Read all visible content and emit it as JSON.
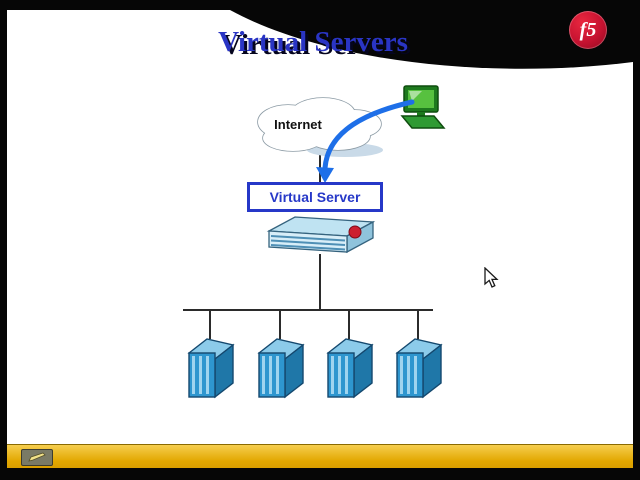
{
  "slide": {
    "title": "Virtual Servers",
    "logo_text": "f5"
  },
  "diagram": {
    "cloud_label": "Internet",
    "virtual_server_label": "Virtual Server",
    "server_count": 4,
    "icons": [
      "internet-cloud",
      "client-computer",
      "connection-arrow",
      "bigip-appliance",
      "server-tower",
      "mouse-cursor",
      "pen-tool"
    ]
  },
  "colors": {
    "title_blue": "#2A35C4",
    "title_shadow": "#05051E",
    "logo_red": "#C51230",
    "box_border_blue": "#2638C8",
    "arrow_blue": "#1E6FE8",
    "server_front_blue": "#2E96CF",
    "server_side_blue": "#1F77A8",
    "server_top_blue": "#8CCBEA",
    "footer_gold": "#E9B200",
    "slide_bg": "#FFFFFF",
    "frame_bg": "#000000"
  }
}
